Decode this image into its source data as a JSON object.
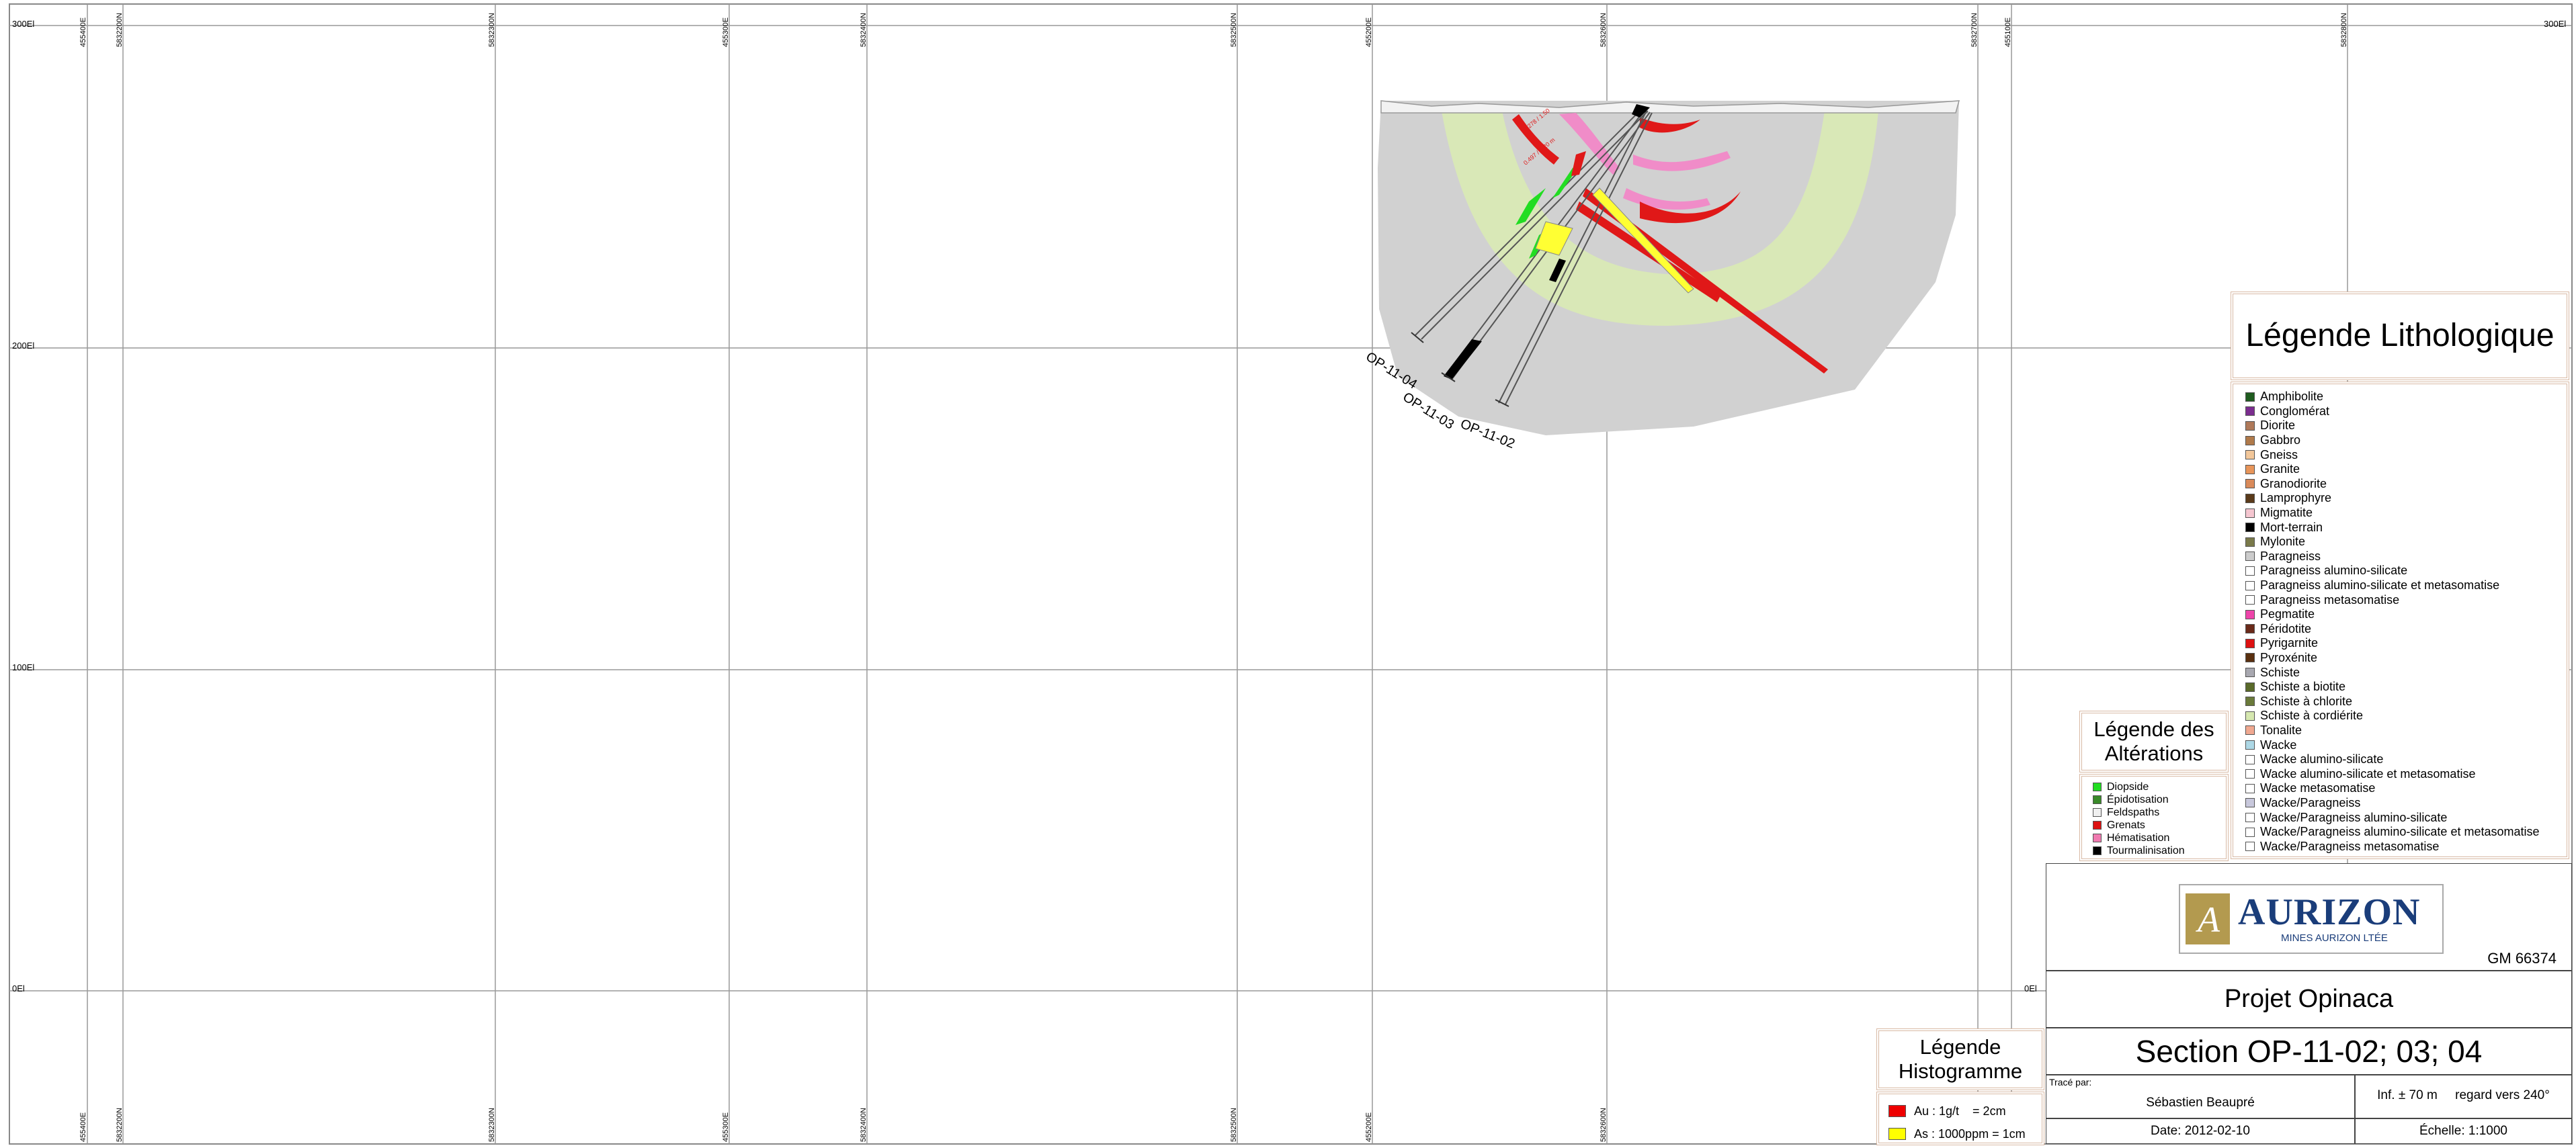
{
  "elevation_labels": [
    "300El",
    "200El",
    "100El",
    "0El"
  ],
  "grid_labels": [
    "455400E",
    "5832200N",
    "5832300N",
    "455300E",
    "5832400N",
    "5832500N",
    "455200E",
    "5832600N",
    "5832700N",
    "455100E",
    "5832800N"
  ],
  "drill_holes": [
    "OP-11-04",
    "OP-11-03",
    "OP-11-02"
  ],
  "assay_labels": [
    "0.278 / 1.50",
    "0.497 / 3.20 m"
  ],
  "lithology_legend": {
    "title": "Légende Lithologique",
    "items": [
      {
        "label": "Amphibolite",
        "color": "#1f5c1f"
      },
      {
        "label": "Conglomérat",
        "color": "#7b2d8f"
      },
      {
        "label": "Diorite",
        "color": "#b07a5a"
      },
      {
        "label": "Gabbro",
        "color": "#b07a4a"
      },
      {
        "label": "Gneiss",
        "color": "#f2c79a"
      },
      {
        "label": "Granite",
        "color": "#e8955a"
      },
      {
        "label": "Granodiorite",
        "color": "#d98a5a"
      },
      {
        "label": "Lamprophyre",
        "color": "#5a3a1a"
      },
      {
        "label": "Migmatite",
        "color": "#f5c6d0"
      },
      {
        "label": "Mort-terrain",
        "color": "#000000"
      },
      {
        "label": "Mylonite",
        "color": "#7a7a4a"
      },
      {
        "label": "Paragneiss",
        "color": "#cccccc"
      },
      {
        "label": "Paragneiss alumino-silicate",
        "color": "#ffffff"
      },
      {
        "label": "Paragneiss alumino-silicate et metasomatise",
        "color": "#ffffff"
      },
      {
        "label": "Paragneiss metasomatise",
        "color": "#ffffff"
      },
      {
        "label": "Pegmatite",
        "color": "#ee44aa"
      },
      {
        "label": "Péridotite",
        "color": "#6a2a1a"
      },
      {
        "label": "Pyrigarnite",
        "color": "#dd1111"
      },
      {
        "label": "Pyroxénite",
        "color": "#5a3010"
      },
      {
        "label": "Schiste",
        "color": "#a8a8b0"
      },
      {
        "label": "Schiste a biotite",
        "color": "#5a6a2a"
      },
      {
        "label": "Schiste à chlorite",
        "color": "#6a7a3a"
      },
      {
        "label": "Schiste à cordiérite",
        "color": "#d6e8b0"
      },
      {
        "label": "Tonalite",
        "color": "#f0a890"
      },
      {
        "label": "Wacke",
        "color": "#add8e6"
      },
      {
        "label": "Wacke alumino-silicate",
        "color": "#ffffff"
      },
      {
        "label": "Wacke alumino-silicate et metasomatise",
        "color": "#ffffff"
      },
      {
        "label": "Wacke metasomatise",
        "color": "#ffffff"
      },
      {
        "label": "Wacke/Paragneiss",
        "color": "#c8c8dc"
      },
      {
        "label": "Wacke/Paragneiss alumino-silicate",
        "color": "#ffffff"
      },
      {
        "label": "Wacke/Paragneiss alumino-silicate et metasomatise",
        "color": "#ffffff"
      },
      {
        "label": "Wacke/Paragneiss metasomatise",
        "color": "#ffffff"
      }
    ]
  },
  "alteration_legend": {
    "title_line1": "Légende des",
    "title_line2": "Altérations",
    "items": [
      {
        "label": "Diopside",
        "color": "#22dd22"
      },
      {
        "label": "Épidotisation",
        "color": "#3a8a2a"
      },
      {
        "label": "Feldspaths",
        "color": "#f0f0f0"
      },
      {
        "label": "Grenats",
        "color": "#dd1111"
      },
      {
        "label": "Hématisation",
        "color": "#f07ab0"
      },
      {
        "label": "Tourmalinisation",
        "color": "#000000"
      }
    ]
  },
  "histogram_legend": {
    "title_line1": "Légende",
    "title_line2": "Histogramme",
    "items": [
      {
        "label": "Au : 1g/t    = 2cm",
        "color": "#ee0000"
      },
      {
        "label": "As : 1000ppm = 1cm",
        "color": "#ffff00"
      }
    ]
  },
  "title_block": {
    "company": "AURIZON",
    "company_sub": "MINES AURIZON LTÉE",
    "gm_number": "GM 66374",
    "project": "Projet Opinaca",
    "section": "Section OP-11-02; 03; 04",
    "traced_by_label": "Tracé par:",
    "author": "Sébastien Beaupré",
    "view": "Inf. ± 70 m     regard vers 240°",
    "date": "Date: 2012-02-10",
    "scale": "Échelle: 1:1000"
  }
}
